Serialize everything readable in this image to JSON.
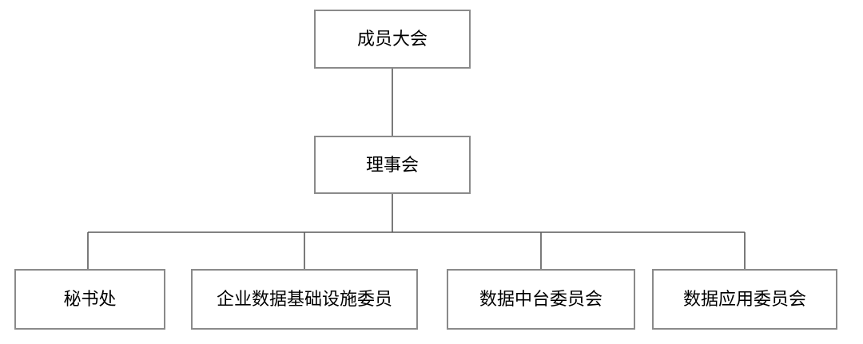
{
  "diagram": {
    "type": "org-chart",
    "root": {
      "label": "成员大会"
    },
    "level2": {
      "label": "理事会"
    },
    "children": [
      {
        "label": "秘书处"
      },
      {
        "label": "企业数据基础设施委员"
      },
      {
        "label": "数据中台委员会"
      },
      {
        "label": "数据应用委员会"
      }
    ]
  },
  "colors": {
    "background": "#ffffff",
    "box_border": "#8a8a8a",
    "connector": "#595959",
    "text": "#000000"
  }
}
